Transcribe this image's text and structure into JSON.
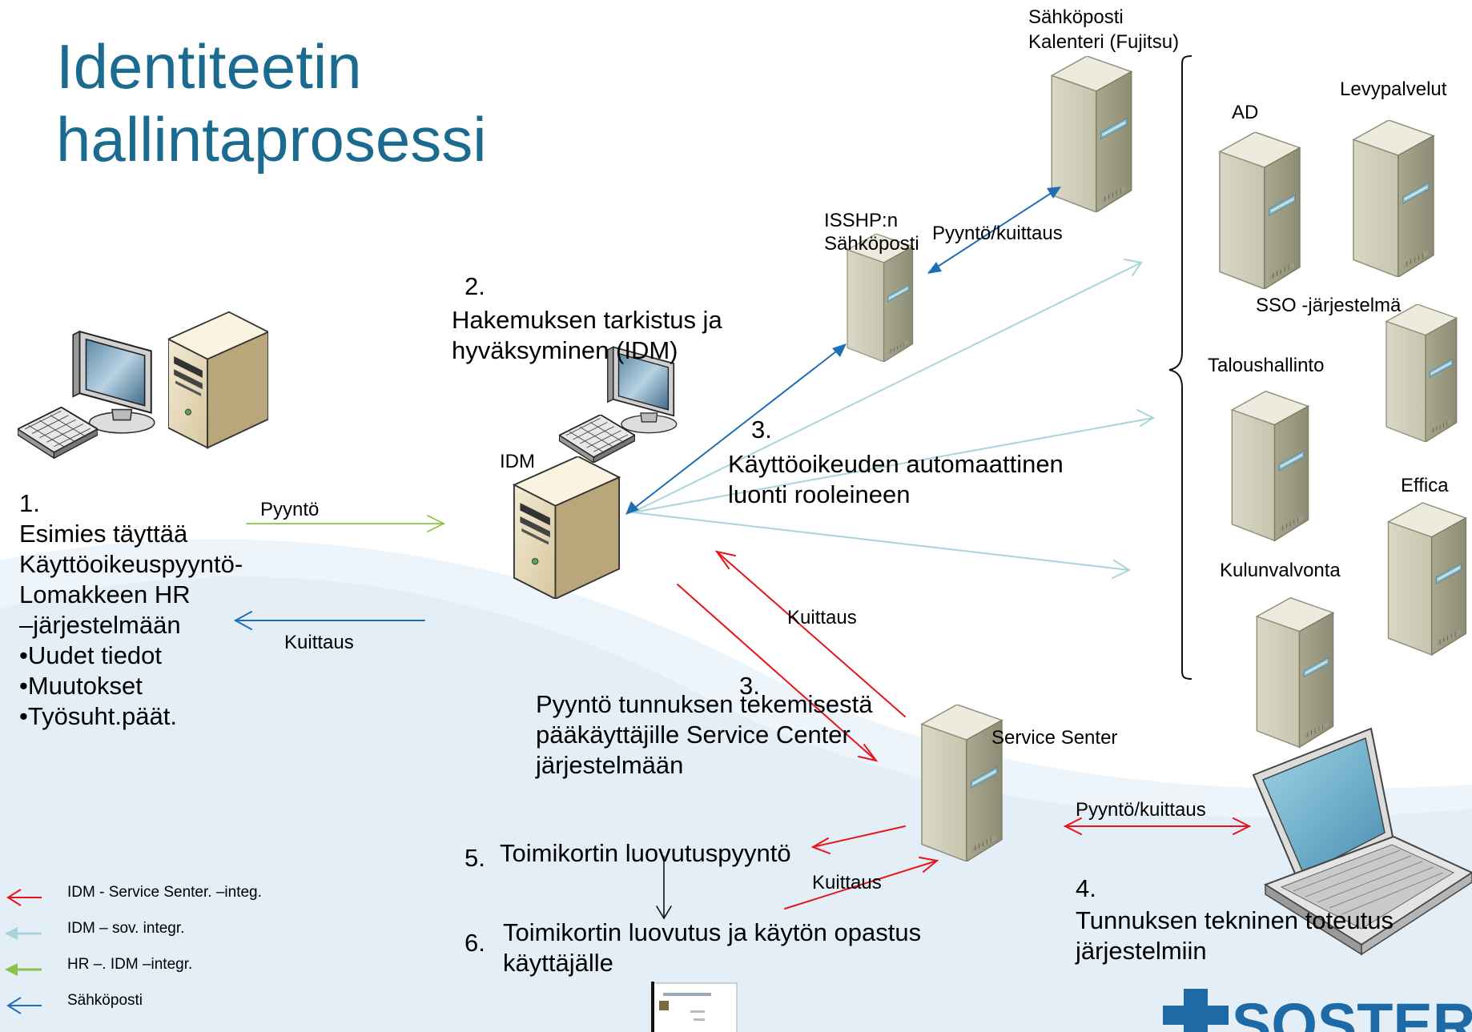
{
  "title": {
    "line1": "Identiteetin",
    "line2": "hallintaprosessi"
  },
  "steps": {
    "s1": {
      "num": "1.",
      "lines": [
        "Esimies täyttää",
        "Käyttöoikeuspyyntö-",
        "Lomakkeen HR",
        "–järjestelmään",
        "•Uudet tiedot",
        "•Muutokset",
        "•Työsuht.päät."
      ]
    },
    "s2": {
      "num": "2.",
      "lines": [
        "Hakemuksen tarkistus ja",
        "hyväksyminen (IDM)"
      ]
    },
    "s3a": {
      "num": "3.",
      "lines": [
        "Käyttöoikeuden automaattinen",
        "luonti rooleineen"
      ]
    },
    "s3b": {
      "num": "3.",
      "lines": [
        "Pyyntö tunnuksen tekemisestä",
        "pääkäyttäjille Service Center",
        "järjestelmään"
      ]
    },
    "s4": {
      "num": "4.",
      "lines": [
        "Tunnuksen tekninen toteutus",
        "järjestelmiin"
      ]
    },
    "s5": {
      "num": "5.",
      "text": "Toimikortin luovutuspyyntö"
    },
    "s6": {
      "num": "6.",
      "lines": [
        "Toimikortin luovutus ja käytön opastus",
        "käyttäjälle"
      ]
    }
  },
  "labels": {
    "idm": "IDM",
    "pyynto": "Pyyntö",
    "kuittaus_hr": "Kuittaus",
    "kuittaus_sc": "Kuittaus",
    "kuittaus_card": "Kuittaus",
    "pyynto_kuittaus_mail": "Pyyntö/kuittaus",
    "pyynto_kuittaus_laptop": "Pyyntö/kuittaus",
    "isshp": [
      "ISSHP:n",
      "Sähköposti"
    ],
    "sahkoposti_kalenteri": [
      "Sähköposti",
      "Kalenteri (Fujitsu)"
    ],
    "ad": "AD",
    "levypalvelut": "Levypalvelut",
    "sso": "SSO -järjestelmä",
    "taloushallinto": "Taloushallinto",
    "effica": "Effica",
    "kulunvalvonta": "Kulunvalvonta",
    "service_senter": "Service Senter"
  },
  "legend": [
    {
      "label": "IDM - Service Senter. –integ.",
      "color": "#e8141c"
    },
    {
      "label": "IDM – sov. integr.",
      "color": "#a9d4dc"
    },
    {
      "label": "HR –. IDM –integr.",
      "color": "#8bc34a"
    },
    {
      "label": "Sähköposti",
      "color": "#1f6fb6"
    }
  ],
  "logo": {
    "text": "SOSTERI"
  },
  "colors": {
    "title": "#1a6b8f",
    "red": "#e8141c",
    "lightblue": "#a9d4dc",
    "green": "#8bc34a",
    "blue": "#1f6fb6",
    "band": "#e3eef6"
  }
}
